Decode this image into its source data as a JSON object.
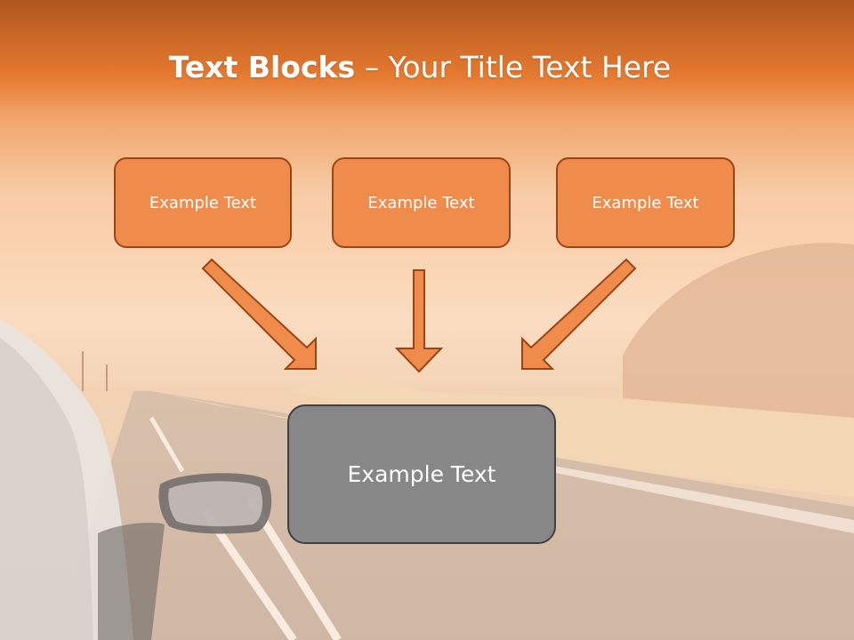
{
  "slide": {
    "title_bold": "Text Blocks",
    "title_dash": " – ",
    "title_rest": "Your Title Text Here",
    "top_boxes": [
      {
        "label": "Example Text"
      },
      {
        "label": "Example Text"
      },
      {
        "label": "Example Text"
      }
    ],
    "main_box": {
      "label": "Example Text"
    }
  },
  "colors": {
    "header_orange": "#e8772c",
    "box_fill": "#ef8c4b",
    "box_border": "#9c4416",
    "main_box_fill": "#878787",
    "main_box_border": "#404040"
  }
}
